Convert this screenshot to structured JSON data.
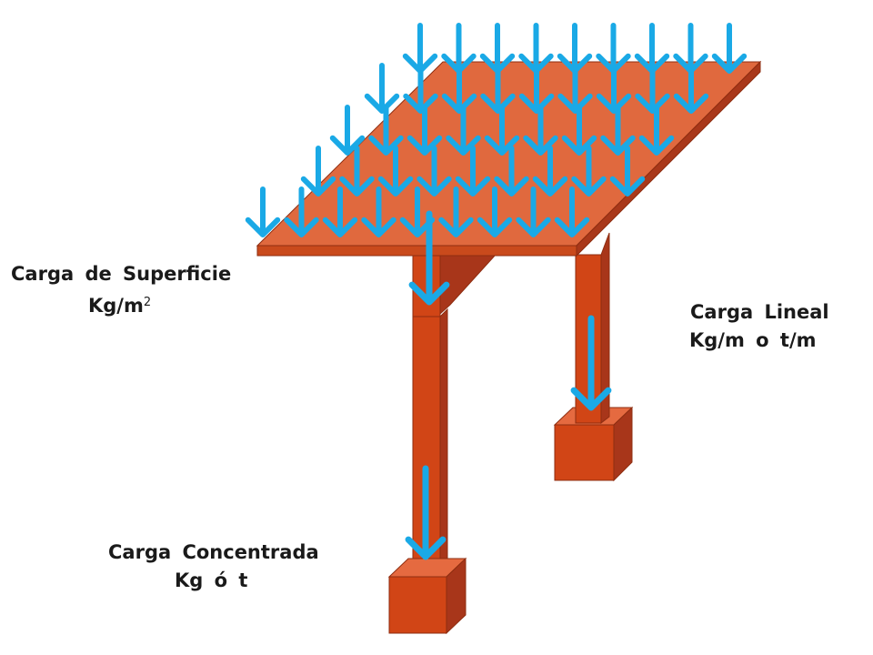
{
  "colors": {
    "slab_top": "#e0693e",
    "slab_front": "#c94a1c",
    "slab_side": "#a9381a",
    "column_front": "#d14516",
    "column_side": "#a8361a",
    "column_top": "#e56a40",
    "outline": "#8e2d10",
    "load_arrow": "#1aa9e6",
    "text": "#1a1a1a"
  },
  "icons": {
    "load": "arrow-down-icon"
  },
  "labels": {
    "surface_load": {
      "line1": "Carga de Superficie",
      "line2": "Kg/m",
      "exponent": "2"
    },
    "linear_load": {
      "line1": "Carga Lineal",
      "line2": "Kg/m o t/m"
    },
    "point_load": {
      "line1": "Carga Concentrada",
      "line2": "Kg ó t"
    }
  }
}
